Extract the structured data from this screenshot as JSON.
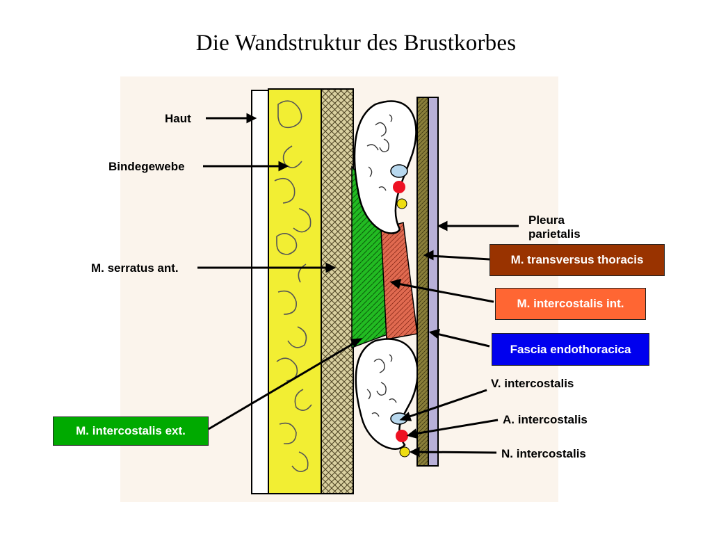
{
  "title": "Die Wandstruktur des Brustkorbes",
  "labels": {
    "haut": "Haut",
    "bindegewebe": "Bindegewebe",
    "serratus": "M. serratus ant.",
    "pleura_line1": "Pleura",
    "pleura_line2": "parietalis",
    "v_intercostalis": "V. intercostalis",
    "a_intercostalis": "A. intercostalis",
    "n_intercostalis": "N. intercostalis"
  },
  "boxes": {
    "transversus": "M. transversus thoracis",
    "intercostalis_int": "M. intercostalis int.",
    "fascia": "Fascia endothoracica",
    "intercostalis_ext": "M. intercostalis ext."
  },
  "colors": {
    "transversus": "#993300",
    "intercostalis_int": "#ff6633",
    "fascia": "#0000ee",
    "intercostalis_ext": "#00aa00",
    "skin": "#ffffff",
    "connective_tissue": "#f2ee33",
    "serratus": "#d9d0a0",
    "external_intercostal": "#22bb22",
    "internal_intercostal": "#e06a50",
    "fascia_layer": "#8a7f3a",
    "pleura_layer": "#b8b0d8",
    "vein": "#b8d8ee",
    "artery": "#ee1122",
    "nerve": "#eedd11",
    "background_panel": "#fbf4ec"
  }
}
